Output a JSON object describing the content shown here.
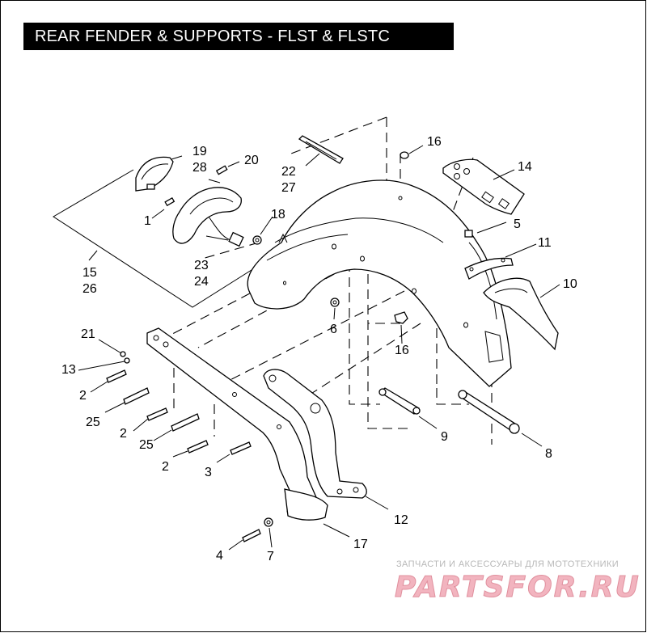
{
  "title": "REAR FENDER & SUPPORTS - FLST & FLSTC",
  "labels": {
    "l1": "1",
    "l2a": "2",
    "l2b": "2",
    "l2c": "2",
    "l3": "3",
    "l4": "4",
    "l5": "5",
    "l6": "6",
    "l7": "7",
    "l8": "8",
    "l9": "9",
    "l10": "10",
    "l11": "11",
    "l12": "12",
    "l13": "13",
    "l14": "14",
    "l15": "15",
    "l16a": "16",
    "l16b": "16",
    "l17": "17",
    "l18": "18",
    "l19": "19",
    "l20": "20",
    "l21": "21",
    "l22": "22",
    "l23": "23",
    "l24": "24",
    "l25a": "25",
    "l25b": "25",
    "l26": "26",
    "l27": "27",
    "l28": "28"
  },
  "watermark": {
    "tagline": "ЗАПЧАСТИ И АКСЕССУАРЫ ДЛЯ МОТОТЕХНИКИ",
    "brand": "PARTSFOR.RU"
  }
}
